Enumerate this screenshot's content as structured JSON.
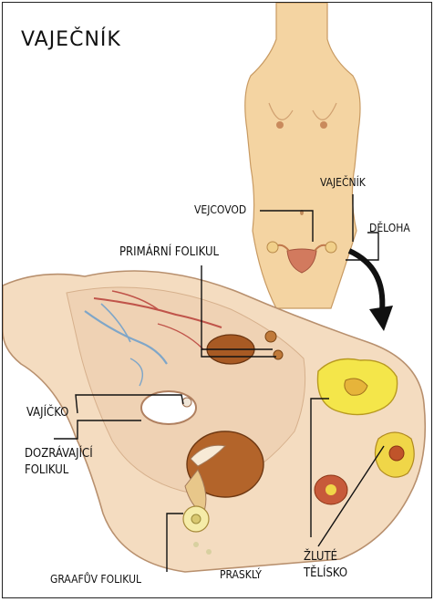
{
  "diagram": {
    "title": "VAJEČNÍK",
    "labels": {
      "vajecnik": "VAJEČNÍK",
      "vejcovod": "VEJCOVOD",
      "deloha": "DĚLOHA",
      "primarni_folikul": "PRIMÁRNÍ FOLIKUL",
      "vajicko": "VAJÍČKO",
      "dozravajici_line1": "DOZRÁVAJÍCÍ",
      "dozravajici_line2": "FOLIKUL",
      "graafuv": "GRAAFŮV FOLIKUL",
      "prasкly": "PRASKLÝ",
      "zlute_line1": "ŽLUTÉ",
      "zlute_line2": "TĚLÍSKO"
    }
  }
}
